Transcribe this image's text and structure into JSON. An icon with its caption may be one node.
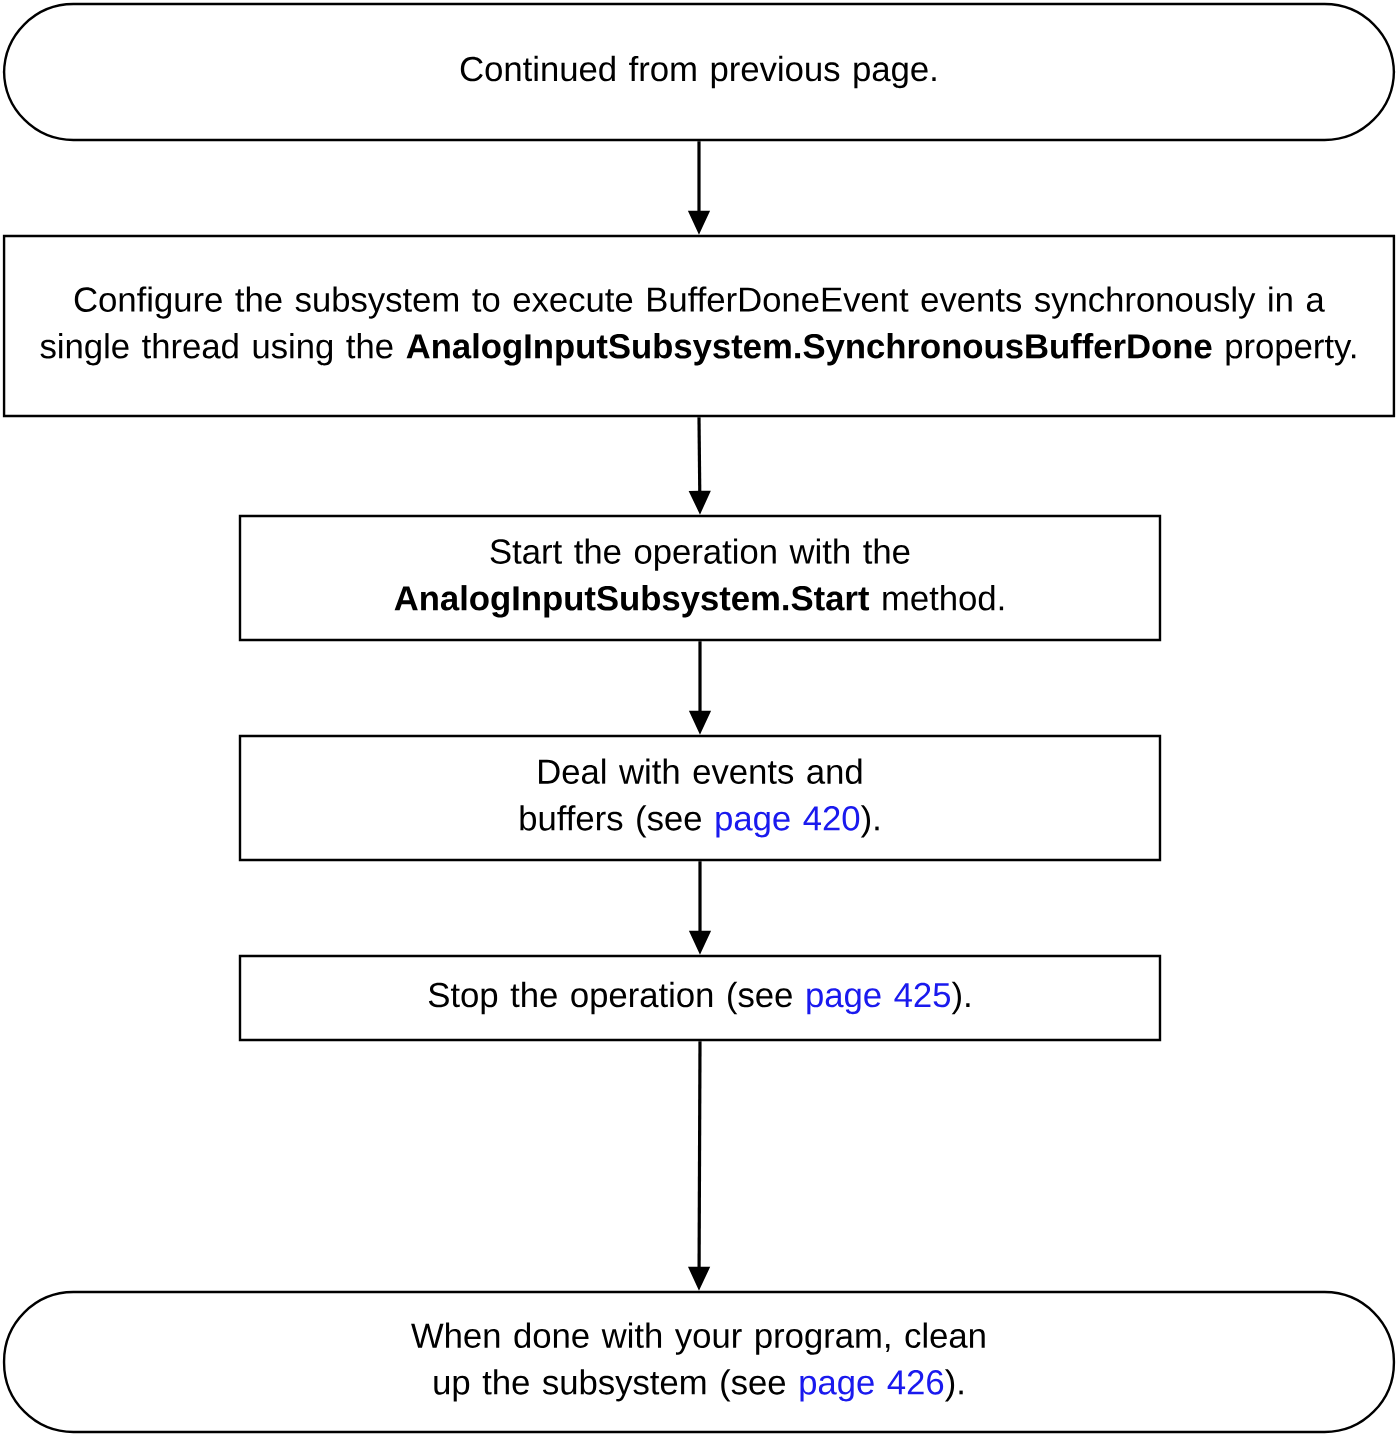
{
  "diagram": {
    "nodes": [
      {
        "text": [
          "Continued from previous page."
        ]
      },
      {
        "text": [
          "Configure the subsystem to execute BufferDoneEvent events synchronously in a single thread using the **AnalogInputSubsystem.SynchronousBufferDone** property."
        ]
      },
      {
        "text": [
          "Start the operation with the **AnalogInputSubsystem.Start** method."
        ]
      },
      {
        "text": [
          "Deal with events and buffers (see",
          "page 420",
          ")."
        ]
      },
      {
        "text": [
          "Stop the operation (see",
          "page 425",
          ")."
        ]
      },
      {
        "text": [
          "When done with your program, clean up the subsystem (see",
          "page 426",
          ")."
        ]
      }
    ],
    "edges": [
      {
        "from": 0,
        "to": 1,
        "arrow": "to"
      },
      {
        "from": 1,
        "to": 2,
        "arrow": "to"
      },
      {
        "from": 2,
        "to": 3,
        "arrow": "to"
      },
      {
        "from": 3,
        "to": 4,
        "arrow": "to"
      },
      {
        "from": 4,
        "to": 5,
        "arrow": "to"
      }
    ]
  }
}
